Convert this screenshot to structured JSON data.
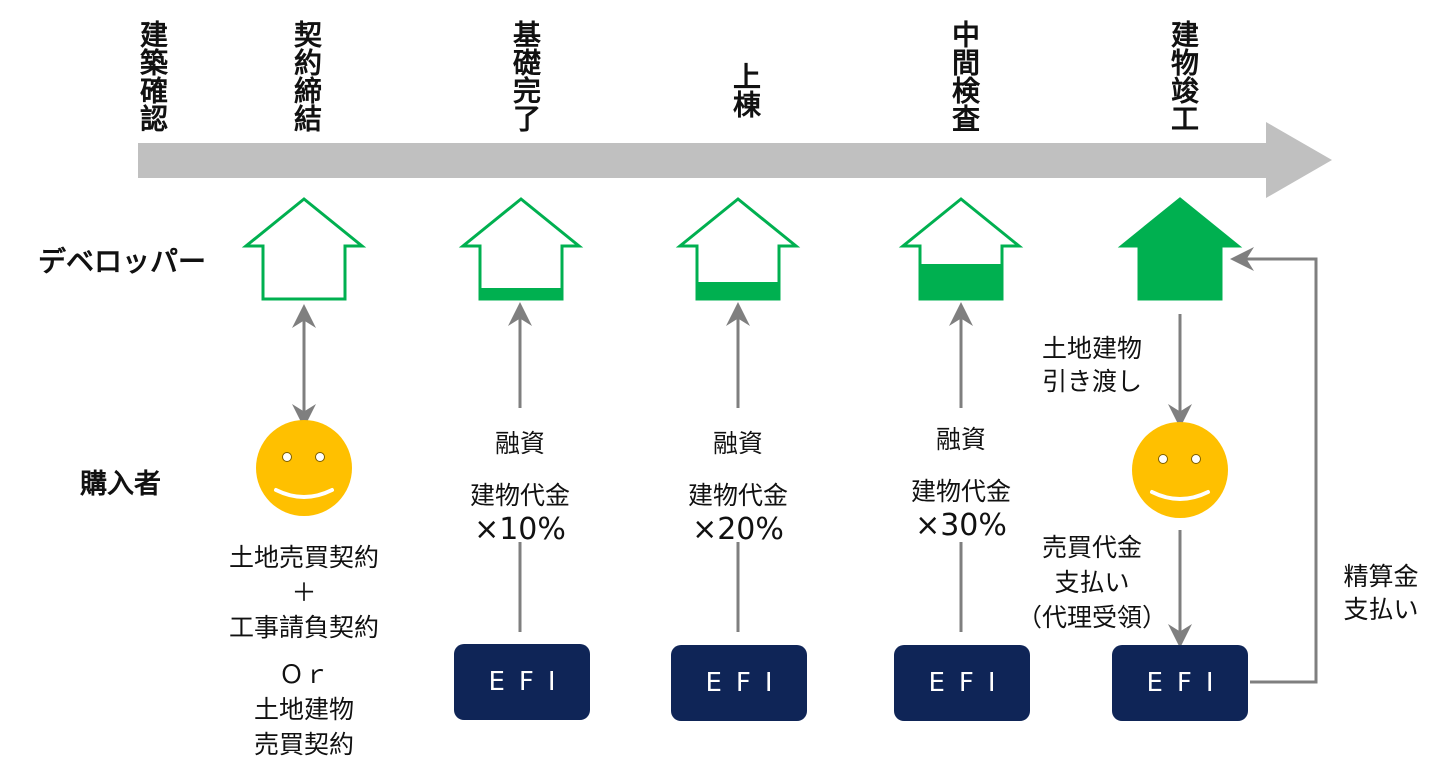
{
  "timeline": {
    "stages": [
      "建築確認",
      "契約締結",
      "基礎完了",
      "上棟",
      "中間検査",
      "建物竣工"
    ]
  },
  "roles": {
    "developer": "デベロッパー",
    "buyer": "購入者"
  },
  "houses": [
    {
      "fill_fraction": 0.0
    },
    {
      "fill_fraction": 0.2
    },
    {
      "fill_fraction": 0.33
    },
    {
      "fill_fraction": 0.66
    },
    {
      "fill_fraction": 1.0
    }
  ],
  "contract": {
    "line1": "土地売買契約",
    "plus": "＋",
    "line2": "工事請負契約",
    "or": "Ｏｒ",
    "line3": "土地建物",
    "line4": "売買契約"
  },
  "loans": [
    {
      "title": "融資",
      "line1": "建物代金",
      "line2": "×10%"
    },
    {
      "title": "融資",
      "line1": "建物代金",
      "line2": "×20%"
    },
    {
      "title": "融資",
      "line1": "建物代金",
      "line2": "×30%"
    }
  ],
  "handover": {
    "line1": "土地建物",
    "line2": "引き渡し"
  },
  "payment": {
    "line1": "売買代金",
    "line2": "支払い",
    "line3": "（代理受領）"
  },
  "settlement": {
    "line1": "精算金",
    "line2": "支払い"
  },
  "efi_label": "EFI",
  "colors": {
    "timeline_arrow": "#c0c0c0",
    "house_green": "#00b050",
    "connector_gray": "#7f7f7f",
    "smiley_yellow": "#ffc000",
    "efi_navy": "#0f2557"
  }
}
